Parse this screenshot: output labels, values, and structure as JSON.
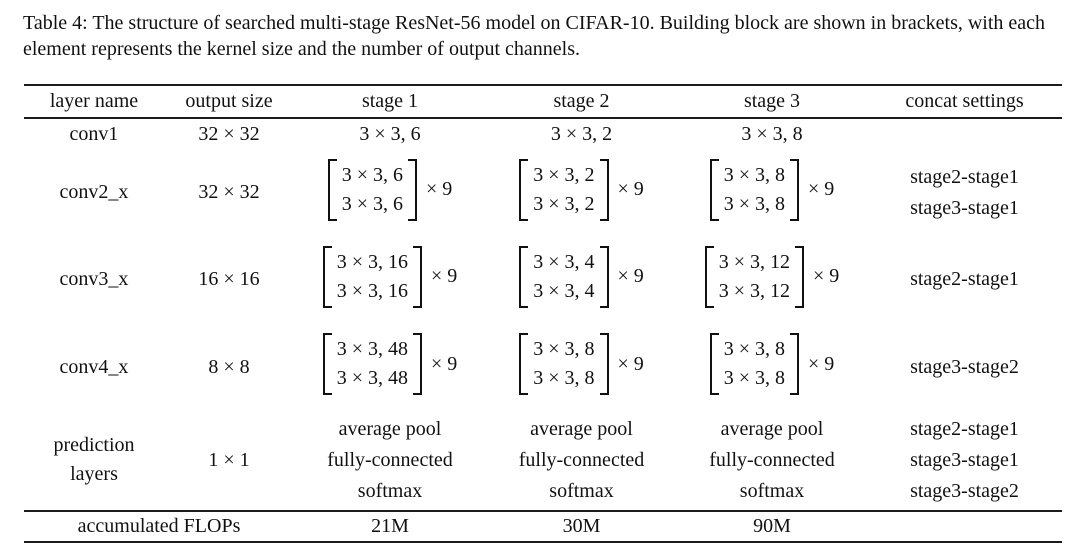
{
  "caption": "Table 4: The structure of searched multi-stage ResNet-56 model on CIFAR-10. Building block are shown in brackets, with each element represents the kernel size and the number of output channels.",
  "table": {
    "headers": [
      "layer name",
      "output size",
      "stage 1",
      "stage 2",
      "stage 3",
      "concat settings"
    ],
    "conv1": {
      "layer": "conv1",
      "output": "32 × 32",
      "stage1": "3 × 3, 6",
      "stage2": "3 × 3, 2",
      "stage3": "3 × 3, 8",
      "concat": ""
    },
    "conv2": {
      "layer": "conv2_x",
      "output": "32 × 32",
      "stage1": {
        "rows": [
          "3 × 3, 6",
          "3 × 3, 6"
        ],
        "repeat": "× 9"
      },
      "stage2": {
        "rows": [
          "3 × 3, 2",
          "3 × 3, 2"
        ],
        "repeat": "× 9"
      },
      "stage3": {
        "rows": [
          "3 × 3, 8",
          "3 × 3, 8"
        ],
        "repeat": "× 9"
      },
      "concat": [
        "stage2-stage1",
        "stage3-stage1"
      ]
    },
    "conv3": {
      "layer": "conv3_x",
      "output": "16 × 16",
      "stage1": {
        "rows": [
          "3 × 3, 16",
          "3 × 3, 16"
        ],
        "repeat": "× 9"
      },
      "stage2": {
        "rows": [
          "3 × 3, 4",
          "3 × 3, 4"
        ],
        "repeat": "× 9"
      },
      "stage3": {
        "rows": [
          "3 × 3, 12",
          "3 × 3, 12"
        ],
        "repeat": "× 9"
      },
      "concat": [
        "stage2-stage1"
      ]
    },
    "conv4": {
      "layer": "conv4_x",
      "output": "8 × 8",
      "stage1": {
        "rows": [
          "3 × 3, 48",
          "3 × 3, 48"
        ],
        "repeat": "× 9"
      },
      "stage2": {
        "rows": [
          "3 × 3, 8",
          "3 × 3, 8"
        ],
        "repeat": "× 9"
      },
      "stage3": {
        "rows": [
          "3 × 3, 8",
          "3 × 3, 8"
        ],
        "repeat": "× 9"
      },
      "concat": [
        "stage3-stage2"
      ]
    },
    "prediction": {
      "layer": "prediction layers",
      "output": "1 × 1",
      "stage_lines": [
        "average pool",
        "fully-connected",
        "softmax"
      ],
      "concat": [
        "stage2-stage1",
        "stage3-stage1",
        "stage3-stage2"
      ]
    },
    "footer": {
      "label": "accumulated FLOPs",
      "stage1": "21M",
      "stage2": "30M",
      "stage3": "90M"
    }
  }
}
